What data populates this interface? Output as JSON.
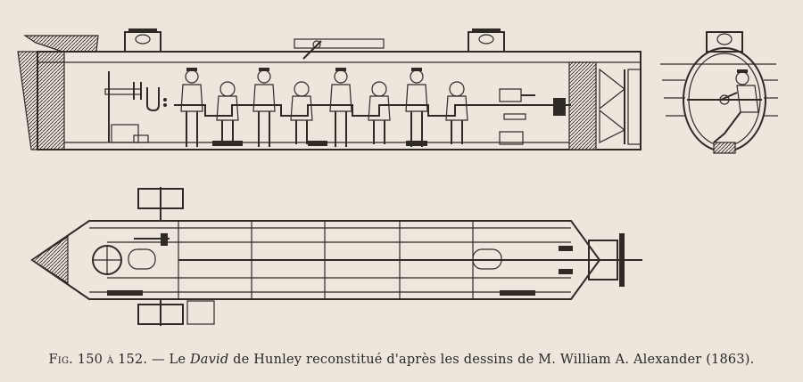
{
  "caption": {
    "fig_label": "Fig. 150 à 152.",
    "dash": "—",
    "pre": "Le",
    "ship_name": "David",
    "post": "de Hunley reconstitué d'après les dessins de M. William A. Alexander (1863)."
  },
  "colors": {
    "paper": "#ece6dc",
    "ink": "#2f2a26"
  }
}
